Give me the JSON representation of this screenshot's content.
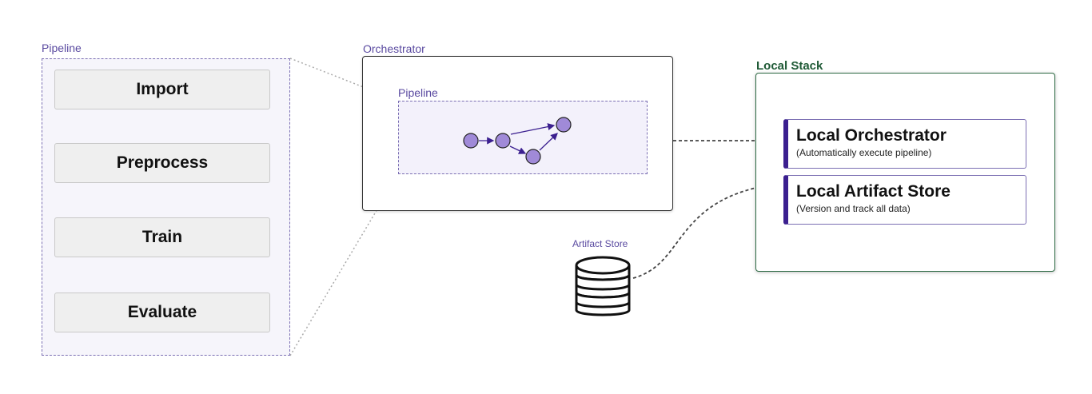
{
  "pipeline": {
    "label": "Pipeline",
    "steps": [
      "Import",
      "Preprocess",
      "Train",
      "Evaluate"
    ]
  },
  "orchestrator": {
    "label": "Orchestrator",
    "inner_pipeline_label": "Pipeline"
  },
  "artifact_store": {
    "label": "Artifact Store"
  },
  "local_stack": {
    "title": "Local Stack",
    "components": [
      {
        "title": "Local Orchestrator",
        "subtitle": "(Automatically execute pipeline)"
      },
      {
        "title": "Local Artifact Store",
        "subtitle": "(Version and track all data)"
      }
    ]
  },
  "colors": {
    "accent_purple": "#3b1f8f",
    "node_fill": "#a08ad8",
    "stack_green": "#2e6b45"
  },
  "icons": [
    "database-icon",
    "dag-icon"
  ]
}
